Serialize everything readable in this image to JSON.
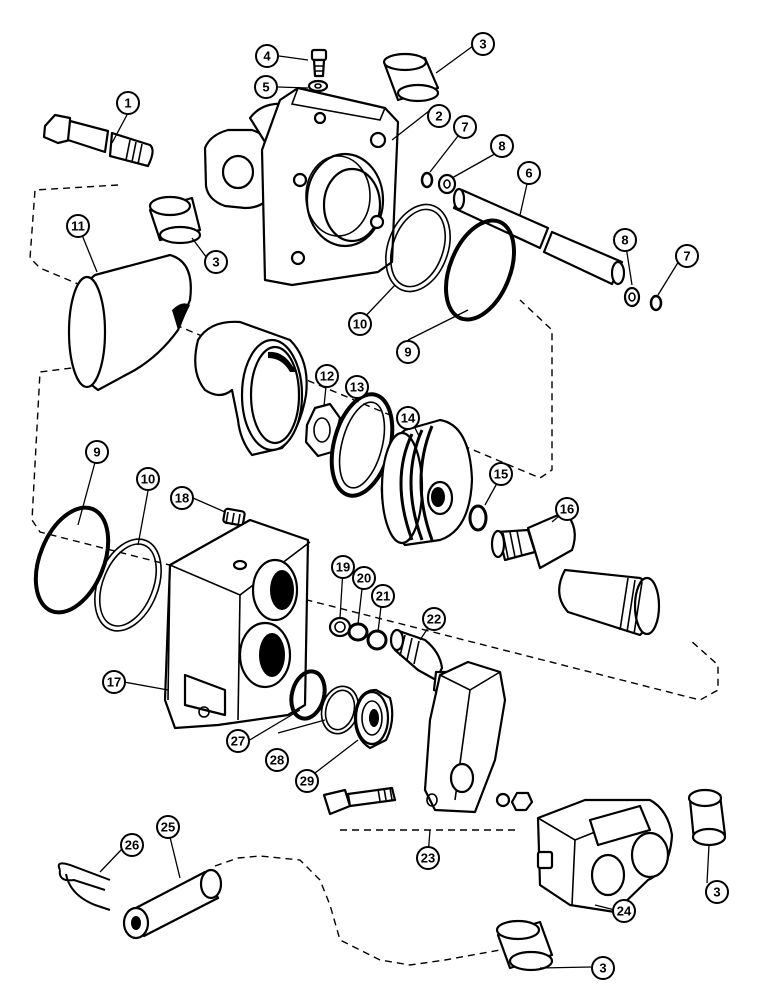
{
  "callouts": [
    {
      "id": "c1",
      "label": "1"
    },
    {
      "id": "c2",
      "label": "2"
    },
    {
      "id": "c3a",
      "label": "3"
    },
    {
      "id": "c3b",
      "label": "3"
    },
    {
      "id": "c3c",
      "label": "3"
    },
    {
      "id": "c3d",
      "label": "3"
    },
    {
      "id": "c4",
      "label": "4"
    },
    {
      "id": "c5",
      "label": "5"
    },
    {
      "id": "c6",
      "label": "6"
    },
    {
      "id": "c7a",
      "label": "7"
    },
    {
      "id": "c7b",
      "label": "7"
    },
    {
      "id": "c8a",
      "label": "8"
    },
    {
      "id": "c8b",
      "label": "8"
    },
    {
      "id": "c9a",
      "label": "9"
    },
    {
      "id": "c9b",
      "label": "9"
    },
    {
      "id": "c10a",
      "label": "10"
    },
    {
      "id": "c10b",
      "label": "10"
    },
    {
      "id": "c11",
      "label": "11"
    },
    {
      "id": "c12",
      "label": "12"
    },
    {
      "id": "c13",
      "label": "13"
    },
    {
      "id": "c14",
      "label": "14"
    },
    {
      "id": "c15",
      "label": "15"
    },
    {
      "id": "c16",
      "label": "16"
    },
    {
      "id": "c17",
      "label": "17"
    },
    {
      "id": "c18",
      "label": "18"
    },
    {
      "id": "c19",
      "label": "19"
    },
    {
      "id": "c20",
      "label": "20"
    },
    {
      "id": "c21",
      "label": "21"
    },
    {
      "id": "c22",
      "label": "22"
    },
    {
      "id": "c23",
      "label": "23"
    },
    {
      "id": "c24",
      "label": "24"
    },
    {
      "id": "c25",
      "label": "25"
    },
    {
      "id": "c26",
      "label": "26"
    },
    {
      "id": "c27",
      "label": "27"
    },
    {
      "id": "c28",
      "label": "28"
    },
    {
      "id": "c29",
      "label": "29"
    }
  ]
}
